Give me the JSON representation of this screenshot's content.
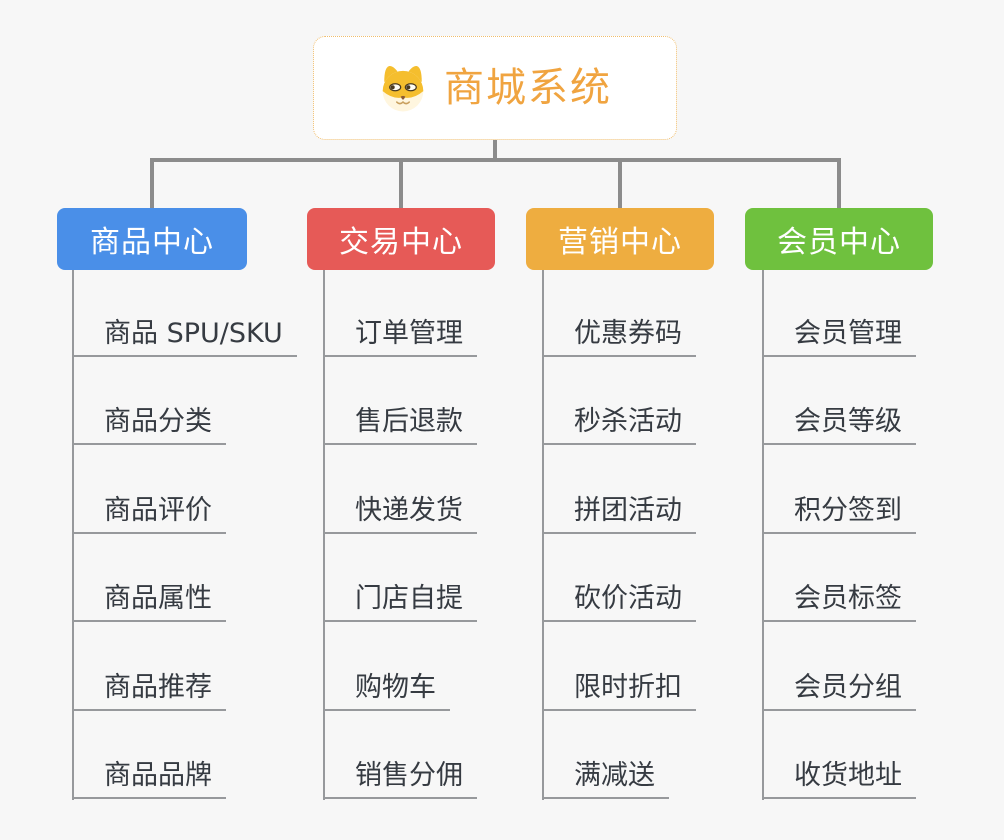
{
  "root": {
    "title": "商城系统",
    "icon": "dog-face-icon"
  },
  "branches": [
    {
      "label": "商品中心",
      "color": "#4a8fe8",
      "items": [
        "商品 SPU/SKU",
        "商品分类",
        "商品评价",
        "商品属性",
        "商品推荐",
        "商品品牌"
      ]
    },
    {
      "label": "交易中心",
      "color": "#e65a57",
      "items": [
        "订单管理",
        "售后退款",
        "快递发货",
        "门店自提",
        "购物车",
        "销售分佣"
      ]
    },
    {
      "label": "营销中心",
      "color": "#eead40",
      "items": [
        "优惠券码",
        "秒杀活动",
        "拼团活动",
        "砍价活动",
        "限时折扣",
        "满减送"
      ]
    },
    {
      "label": "会员中心",
      "color": "#6fc13e",
      "items": [
        "会员管理",
        "会员等级",
        "积分签到",
        "会员标签",
        "会员分组",
        "收货地址"
      ]
    }
  ],
  "colors": {
    "background": "#f7f7f7",
    "root_title": "#f0a440",
    "root_border": "#f0be6e",
    "connector": "#8c8c8c",
    "leaf_line": "#97999c",
    "leaf_text": "#363b42"
  }
}
